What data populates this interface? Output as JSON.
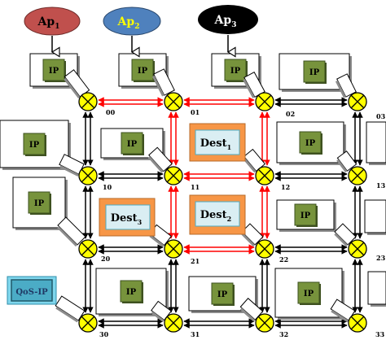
{
  "apps": [
    {
      "id": "ap1",
      "name": "Ap",
      "sub": "1",
      "fill": "#c0504d",
      "text_color": "#000000"
    },
    {
      "id": "ap2",
      "name": "Ap",
      "sub": "2",
      "fill": "#4f81bd",
      "text_color": "#ffff00"
    },
    {
      "id": "ap3",
      "name": "Ap",
      "sub": "3",
      "fill": "#000000",
      "text_color": "#ffffff"
    }
  ],
  "router_labels": {
    "r00": "00",
    "r01": "01",
    "r02": "02",
    "r03": "03",
    "r10": "10",
    "r11": "11",
    "r12": "12",
    "r13": "13",
    "r20": "20",
    "r21": "21",
    "r22": "22",
    "r23": "23",
    "r30": "30",
    "r31": "31",
    "r32": "32",
    "r33": "33"
  },
  "ip_label": "IP",
  "qos_ip_label": "QoS-IP",
  "destinations": [
    {
      "id": "dest1",
      "name": "Dest",
      "sub": "1"
    },
    {
      "id": "dest2",
      "name": "Dest",
      "sub": "2"
    },
    {
      "id": "dest3",
      "name": "Dest",
      "sub": "3"
    }
  ],
  "colors": {
    "router_fill": "#ffff00",
    "path_link": "#ff0000",
    "normal_link": "#000000",
    "ip_green": "#77933c",
    "dest_orange": "#f79646",
    "dest_box": "#daeef3",
    "qos_fill": "#4bacc6",
    "qos_text": "#1f3864"
  }
}
